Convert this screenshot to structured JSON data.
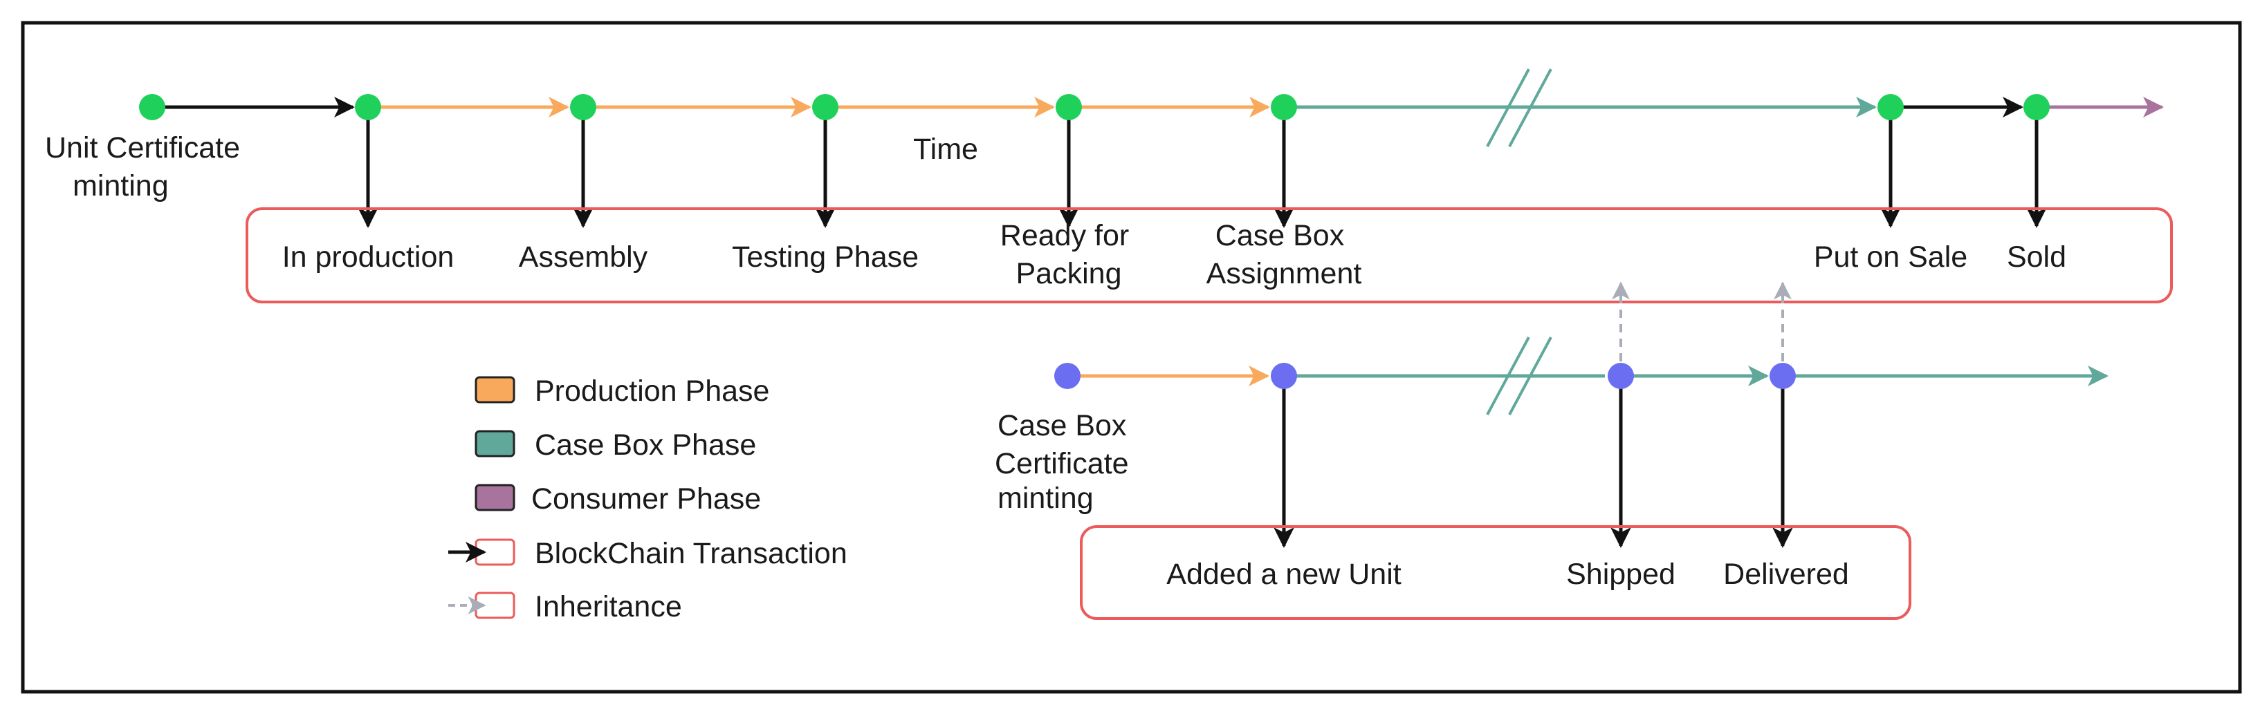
{
  "colors": {
    "production": "#f9a95c",
    "case_box": "#5fa89a",
    "consumer": "#a8739c",
    "transaction": "#111111",
    "inheritance": "#a9adb8",
    "unit_node": "#1fd15a",
    "case_node": "#6b6ef0",
    "box_border": "#ec5b5b"
  },
  "unit_timeline": {
    "start_label": [
      "Unit Certificate",
      "minting"
    ],
    "time_label": "Time",
    "stages": [
      {
        "lines": [
          "In production"
        ]
      },
      {
        "lines": [
          "Assembly"
        ]
      },
      {
        "lines": [
          "Testing Phase"
        ]
      },
      {
        "lines": [
          "Ready for",
          "Packing"
        ]
      },
      {
        "lines": [
          "Case Box",
          "Assignment"
        ]
      },
      {
        "lines": [
          "Put on Sale"
        ]
      },
      {
        "lines": [
          "Sold"
        ]
      }
    ]
  },
  "case_box_timeline": {
    "start_label": [
      "Case Box",
      "Certificate",
      "minting"
    ],
    "stages": [
      {
        "lines": [
          "Added a new Unit"
        ]
      },
      {
        "lines": [
          "Shipped"
        ]
      },
      {
        "lines": [
          "Delivered"
        ]
      }
    ]
  },
  "legend": {
    "items": [
      {
        "label": "Production Phase",
        "swatch": "production"
      },
      {
        "label": "Case Box Phase",
        "swatch": "case_box"
      },
      {
        "label": "Consumer Phase",
        "swatch": "consumer"
      },
      {
        "label": "BlockChain Transaction",
        "swatch": "transaction"
      },
      {
        "label": "Inheritance",
        "swatch": "inheritance"
      }
    ]
  }
}
